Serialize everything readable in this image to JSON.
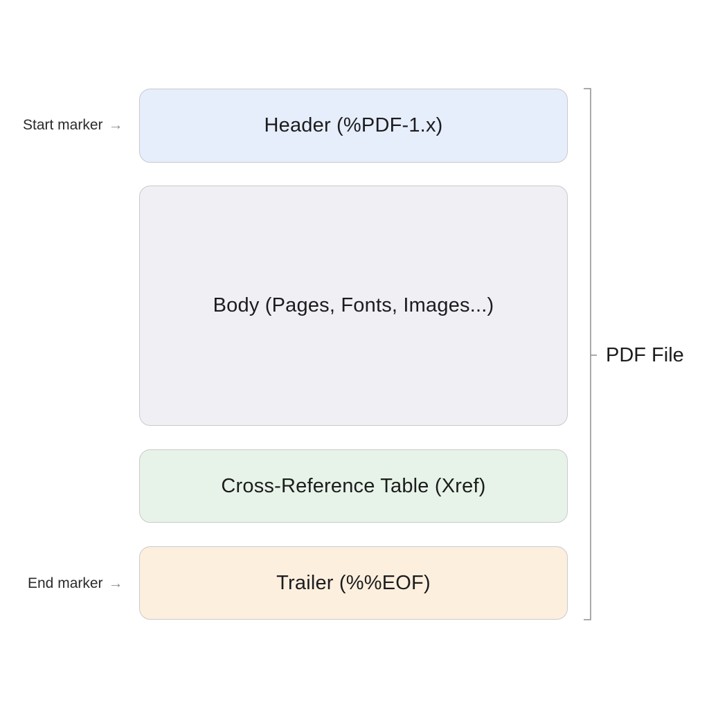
{
  "sections": {
    "header": {
      "label": "Header (%PDF-1.x)",
      "color": "#e6eefc"
    },
    "body": {
      "label": "Body (Pages, Fonts, Images...)",
      "color": "#f0eff4"
    },
    "xref": {
      "label": "Cross-Reference Table (Xref)",
      "color": "#e7f3e8"
    },
    "trailer": {
      "label": "Trailer (%%EOF)",
      "color": "#fdefde"
    }
  },
  "markers": {
    "start": {
      "label": "Start marker",
      "arrow": "→"
    },
    "end": {
      "label": "End marker",
      "arrow": "→"
    }
  },
  "bracket": {
    "label": "PDF File"
  },
  "colors": {
    "border": "#c9c9cd",
    "text": "#1c1c1e",
    "bracket": "#8e8e93"
  }
}
